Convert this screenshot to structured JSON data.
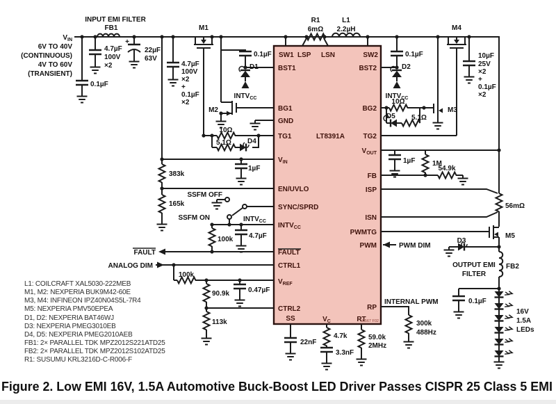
{
  "caption": "Figure 2. Low EMI 16V, 1.5A Automotive Buck-Boost LED Driver Passes CISPR 25 Class 5 EMI",
  "colors": {
    "ic_fill": "#f3c4bb",
    "ic_text": "#40130c",
    "line": "#1b1b1b",
    "background": "#ffffff"
  },
  "ic": {
    "name": "LT8391A",
    "marking": "dn567 F02",
    "pins": {
      "sw1": "SW1",
      "lsp": "LSP",
      "lsn": "LSN",
      "sw2": "SW2",
      "bst1": "BST1",
      "bst2": "BST2",
      "bg1": "BG1",
      "bg2": "BG2",
      "gnd": "GND",
      "tg1": "TG1",
      "tg2": "TG2",
      "v": "V",
      "vin_sub": "IN",
      "vout_sub": "OUT",
      "vref_sub": "REF",
      "vc_sub": "C",
      "fb": "FB",
      "en_uvlo": "EN/UVLO",
      "isp": "ISP",
      "sync_sprd": "SYNC/SPRD",
      "isn": "ISN",
      "intv": "INTV",
      "intv_sub": "CC",
      "pwmtg": "PWMTG",
      "pwm": "PWM",
      "fault": "FAULT",
      "ctrl1": "CTRL1",
      "ctrl2": "CTRL2",
      "rp": "RP",
      "ss": "SS",
      "rt": "RT"
    }
  },
  "labels": {
    "input_emi_filter": "INPUT EMI FILTER",
    "fb1": "FB1",
    "v": "V",
    "vin_sub": "IN",
    "range1": "6V TO 40V",
    "range2": "(CONTINUOUS)",
    "range3": "4V TO 60V",
    "range4": "(TRANSIENT)",
    "c4u7": "4.7µF",
    "v100": "100V",
    "x2": "×2",
    "plus": "+",
    "c22u": "22µF",
    "v63": "63V",
    "c0u1": "0.1µF",
    "c10u": "10µF",
    "v25": "25V",
    "m1": "M1",
    "m2": "M2",
    "m3": "M3",
    "m4": "M4",
    "m5": "M5",
    "d1": "D1",
    "d2": "D2",
    "d3": "D3",
    "d4": "D4",
    "d5": "D5",
    "intv": "INTV",
    "intv_sub": "CC",
    "r1": "R1",
    "r1v": "6mΩ",
    "l1": "L1",
    "l1v": "2.2µH",
    "r10": "10Ω",
    "r5_1": "5.1Ω",
    "r383k": "383k",
    "c1u": "1µF",
    "r165k": "165k",
    "ssfm_off": "SSFM OFF",
    "ssfm_on": "SSFM ON",
    "r100k": "100k",
    "fault": "FAULT",
    "analog_dim": "ANALOG DIM",
    "r90_9k": "90.9k",
    "c0u47": "0.47µF",
    "r113k": "113k",
    "r1m": "1M",
    "r54_9k": "54.9k",
    "r56m": "56mΩ",
    "pwm_dim": "PWM DIM",
    "internal_pwm": "INTERNAL PWM",
    "r300k": "300k",
    "f488": "488Hz",
    "c22n": "22nF",
    "r4_7k": "4.7k",
    "c3n3": "3.3nF",
    "r59k": "59.0k",
    "f2mhz": "2MHz",
    "out_emi1": "OUTPUT EMI",
    "out_emi2": "FILTER",
    "fb2": "FB2",
    "v16": "16V",
    "a1_5": "1.5A",
    "leds": "LEDs"
  },
  "bom": [
    "L1: COILCRAFT XAL5030-222MEB",
    "M1, M2: NEXPERIA BUK9M42-60E",
    "M3, M4: INFINEON IPZ40N04S5L-7R4",
    "M5: NEXPERIA PMV50EPEA",
    "D1, D2: NEXPERIA  BAT46WJ",
    "D3: NEXPERIA PMEG3010EB",
    "D4, D5: NEXPERIA PMEG2010AEB",
    "FB1: 2× PARALLEL TDK MPZ2012S221ATD25",
    "FB2: 2× PARALLEL TDK MPZ2012S102ATD25",
    "R1: SUSUMU KRL3216D-C-R006-F"
  ]
}
